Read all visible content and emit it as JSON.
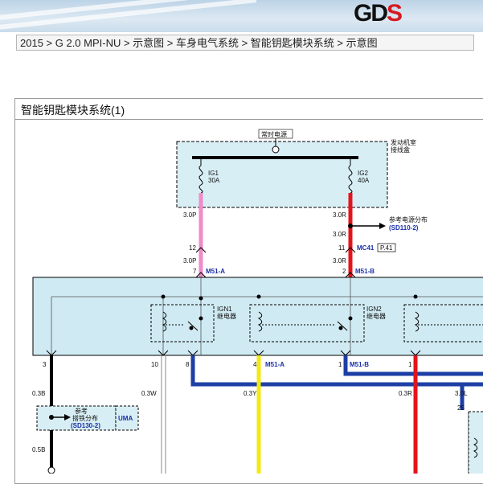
{
  "brand": {
    "logo_main": "GD",
    "logo_accent": "S"
  },
  "breadcrumb": "2015 > G 2.0 MPI-NU > 示意图 > 车身电气系统 > 智能钥匙模块系统 > 示意图",
  "diagram": {
    "title": "智能钥匙模块系统(1)",
    "power_label": "常时电源",
    "engine_box_label": [
      "发动机室",
      "接线盒"
    ],
    "fuse_left": [
      "IG1",
      "30A"
    ],
    "fuse_right": [
      "IG2",
      "40A"
    ],
    "ref_power": [
      "参考电源分布",
      "(SD110-2)"
    ],
    "connector_mc": "MC41",
    "connector_page": "P.41",
    "relay1": [
      "IGN1",
      "继电器"
    ],
    "relay2": [
      "IGN2",
      "继电器"
    ],
    "ground_ref": [
      "参考",
      "搭铁分布",
      "(SD130-2)"
    ],
    "uma": "UMA",
    "wire_labels": {
      "w30p_top": "3.0P",
      "w30r_top": "3.0R",
      "w30r_mid": "3.0R",
      "pin12": "12",
      "pin11": "11",
      "w30p_b": "3.0P",
      "w30r_b": "3.0R",
      "pin7": "7",
      "m51a_top": "M51-A",
      "pin2": "2",
      "m51b_top": "M51-B",
      "pin3": "3",
      "pin10": "10",
      "pin8": "8",
      "pin4": "4",
      "m51a_bot": "M51-A",
      "pin1a": "1",
      "m51b_bot": "M51-B",
      "pin1b": "1",
      "w03b": "0.3B",
      "w03w": "0.3W",
      "w03y": "0.3Y",
      "w03r": "0.3R",
      "w30l": "3.0L",
      "pin25": "25",
      "w05b": "0.5B"
    },
    "colors": {
      "pink": "#f08ac8",
      "red": "#e4141b",
      "blue": "#1d3fa5",
      "yellow": "#f2ea12",
      "black": "#000000",
      "module_fill": "#cfeaf2",
      "label_blue": "#1a2fa8"
    }
  }
}
